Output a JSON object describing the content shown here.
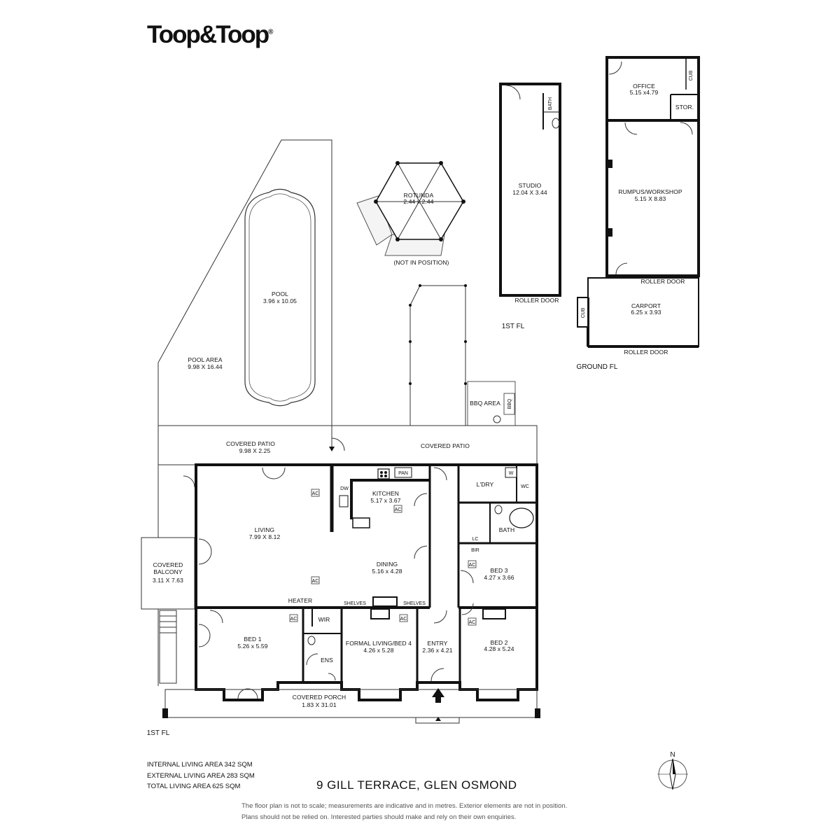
{
  "brand": {
    "name": "Toop&Toop",
    "mark": "®"
  },
  "address": "9 GILL TERRACE, GLEN OSMOND",
  "areas": {
    "internal": "INTERNAL LIVING AREA 342 SQM",
    "external": "EXTERNAL LIVING AREA 283 SQM",
    "total": "TOTAL LIVING AREA 625 SQM"
  },
  "disclaimer": {
    "line1": "The floor plan is not to scale; measurements are indicative and in metres. Exterior elements are not in position.",
    "line2": "Plans should not be relied on. Interested parties should make and rely on their own enquiries."
  },
  "compass": {
    "north": "N"
  },
  "level_labels": {
    "main_first": "1ST FL",
    "studio_first": "1ST FL",
    "ground": "GROUND FL"
  },
  "rooms": {
    "rotunda": {
      "name": "ROTUNDA",
      "size": "2.44 x 2.44",
      "note": "(NOT IN POSITION)"
    },
    "studio": {
      "name": "STUDIO",
      "size": "12.04 X 3.44",
      "bath": "BATH",
      "door": "ROLLER DOOR"
    },
    "office": {
      "name": "OFFICE",
      "size": "5.15 x4.79",
      "cub": "CUB",
      "stor": "STOR."
    },
    "rumpus": {
      "name": "RUMPUS/WORKSHOP",
      "size": "5.15 X 8.83",
      "door": "ROLLER DOOR"
    },
    "carport": {
      "name": "CARPORT",
      "size": "6.25 x 3.93",
      "cub": "CUB",
      "door": "ROLLER DOOR"
    },
    "pool": {
      "name": "POOL",
      "size": "3.96 x 10.05"
    },
    "pool_area": {
      "name": "POOL AREA",
      "size": "9.98 X 16.44"
    },
    "bbq_area": {
      "name": "BBQ AREA",
      "bbq": "BBQ"
    },
    "covered_patio_west": {
      "name": "COVERED PATIO",
      "size": "9.98 X 2.25"
    },
    "covered_patio_east": {
      "name": "COVERED PATIO"
    },
    "covered_balcony": {
      "line1": "COVERED",
      "line2": "BALCONY",
      "size": "3.11 X 7.63"
    },
    "living": {
      "name": "LIVING",
      "size": "7.99 X 8.12"
    },
    "kitchen": {
      "name": "KITCHEN",
      "size": "5.17 x 3.67",
      "dw": "DW",
      "pan": "PAN"
    },
    "dining": {
      "name": "DINING",
      "size": "5.16 x 4.28"
    },
    "laundry": {
      "name": "L'DRY",
      "w": "W",
      "wc": "WC"
    },
    "bath": {
      "name": "BATH"
    },
    "lc": {
      "name": "LC"
    },
    "bir": {
      "name": "BIR"
    },
    "bed3": {
      "name": "BED 3",
      "size": "4.27 x 3.66"
    },
    "bed2": {
      "name": "BED 2",
      "size": "4.28 x 5.24"
    },
    "bed1": {
      "name": "BED 1",
      "size": "5.26 x 5.59",
      "heater": "HEATER",
      "wir": "WIR",
      "ens": "ENS"
    },
    "formal": {
      "name": "FORMAL LIVING/BED 4",
      "size": "4.26 x 5.28",
      "shelves_left": "SHELVES",
      "shelves_right": "SHELVES"
    },
    "entry": {
      "name": "ENTRY",
      "size": "2.36 x 4.21"
    },
    "porch": {
      "name": "COVERED PORCH",
      "size": "1.83 X 31.01"
    },
    "ac": "AC"
  }
}
